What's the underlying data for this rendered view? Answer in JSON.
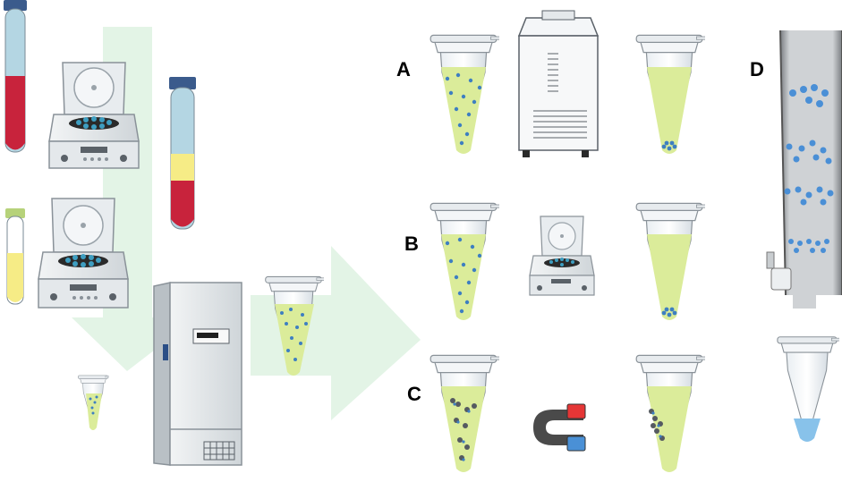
{
  "panels": {
    "a": "A",
    "b": "B",
    "c": "C",
    "d": "D"
  },
  "colors": {
    "arrow": "#e3f4e6",
    "tube_liquid": "#dbec9a",
    "particle": "#3e7fc1",
    "blood_red": "#c8233c",
    "plasma": "#b4d6e3",
    "yellow_layer": "#f6ec86",
    "cap_blue": "#3b5b8c",
    "cap_green": "#b6d27a",
    "magnet_red": "#e53636",
    "magnet_blue": "#4a90d6",
    "magnet_body": "#4a4a4a",
    "eluate_blue": "#88c2ea"
  },
  "icons": [
    "green-arrow-down",
    "green-arrow-right",
    "blood-tube",
    "separated-blood-tube",
    "serum-tube",
    "centrifuge",
    "freezer",
    "ultracentrifuge",
    "microtube",
    "horseshoe-magnet",
    "chromatography-column"
  ]
}
